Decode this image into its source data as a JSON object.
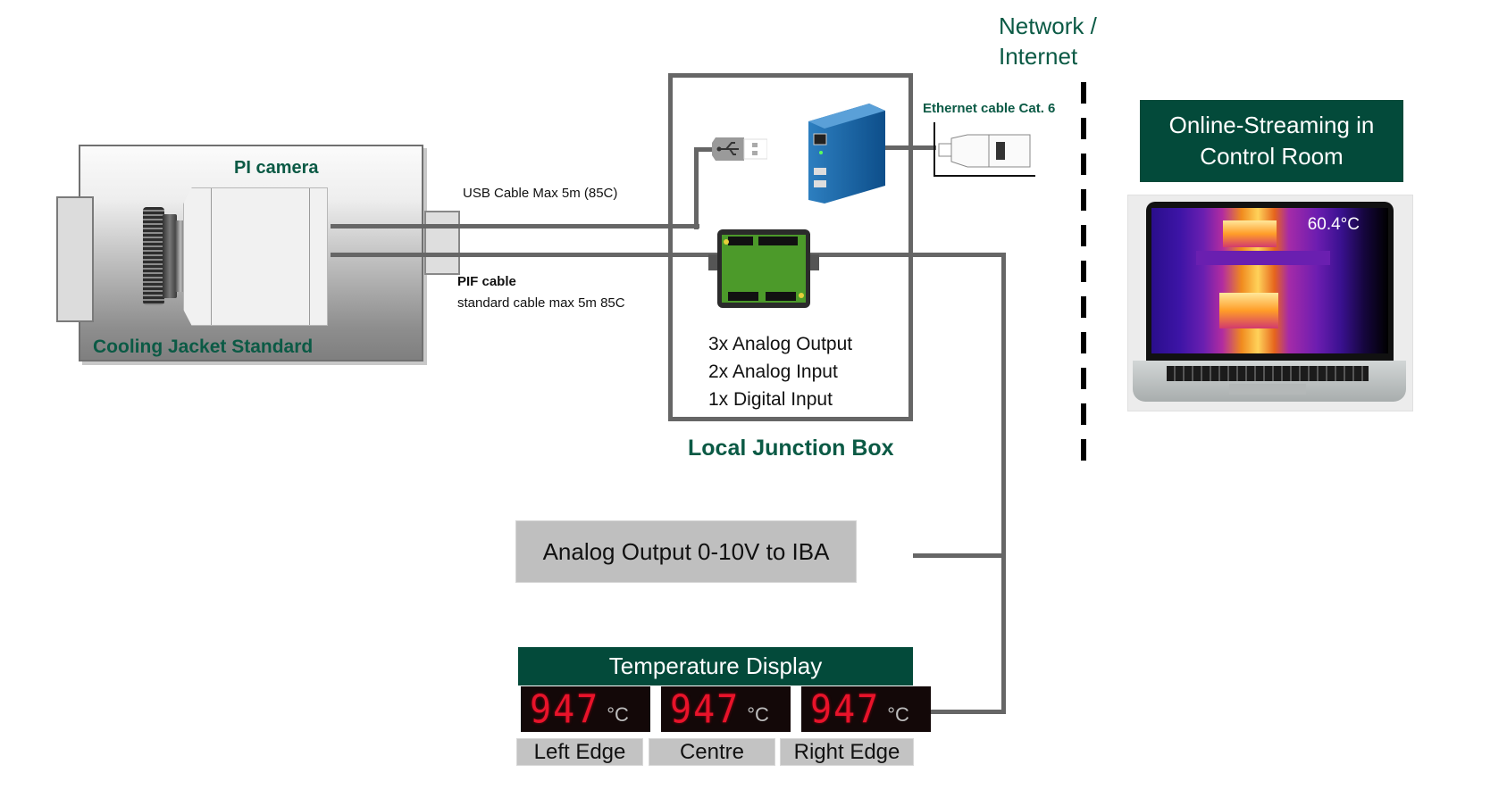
{
  "camera": {
    "title": "PI camera",
    "jacket_label": "Cooling Jacket Standard"
  },
  "cables": {
    "usb_label": "USB Cable Max 5m (85C)",
    "pif_title": "PIF cable",
    "pif_desc": "standard cable max 5m 85C",
    "ethernet_label": "Ethernet cable Cat. 6"
  },
  "junction_box": {
    "title": "Local Junction Box",
    "io": [
      "3x Analog Output",
      "2x Analog Input",
      "1x Digital Input"
    ],
    "icons": [
      "usb-plug-icon",
      "network-switch-icon",
      "pcb-board-icon"
    ]
  },
  "network": {
    "label_line1": "Network /",
    "label_line2": "Internet"
  },
  "streaming": {
    "title_line1": "Online-Streaming in",
    "title_line2": "Control Room",
    "screen_temp": "60.4°C"
  },
  "analog_output": {
    "label": "Analog Output 0-10V to IBA"
  },
  "temperature_display": {
    "title": "Temperature Display",
    "unit": "°C",
    "panels": [
      {
        "value": "947",
        "label": "Left Edge"
      },
      {
        "value": "947",
        "label": "Centre"
      },
      {
        "value": "947",
        "label": "Right Edge"
      }
    ]
  },
  "colors": {
    "brand_green": "#034a3a",
    "label_green": "#0b5a45",
    "cable_gray": "#666666",
    "box_gray": "#bfbfbf",
    "led_red": "#e8132a"
  }
}
